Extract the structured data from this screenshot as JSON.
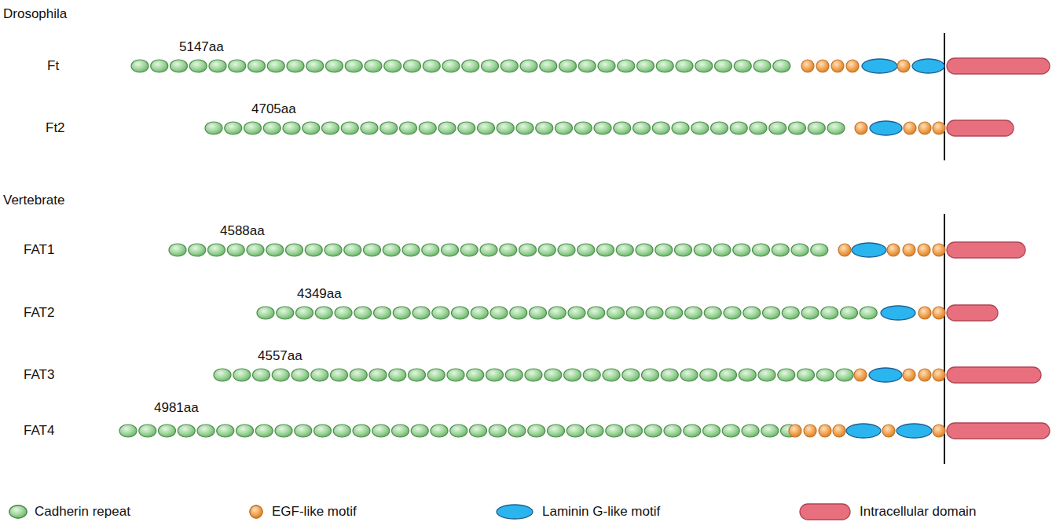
{
  "diagram": {
    "labels": [
      "Drosophila",
      "5147aa",
      "Ft",
      "4705aa",
      "Ft2",
      "Vertebrate",
      "4588aa",
      "FAT1",
      "4349aa",
      "FAT2",
      "4557aa",
      "FAT3",
      "4981aa",
      "FAT4"
    ],
    "legend": [
      {
        "text": "Cadherin repeat",
        "color": "#8ccc8c"
      },
      {
        "text": "EGF-like motif",
        "color": "#f0a04c"
      },
      {
        "text": "Laminin G-like motif",
        "color": "#2bb5ef"
      },
      {
        "text": "Intracellular domain",
        "color": "#e8707e"
      }
    ]
  }
}
